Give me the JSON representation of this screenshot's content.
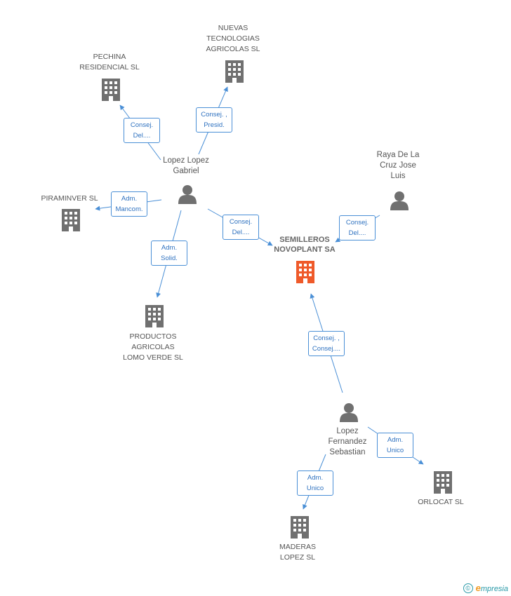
{
  "colors": {
    "edge": "#4a8fd6",
    "node": "#707070",
    "focus": "#ef5a2a",
    "brand": "#2a9aa8"
  },
  "nodes": {
    "semilleros": {
      "label": "SEMILLEROS\nNOVOPLANT SA",
      "type": "company",
      "focus": true
    },
    "lopez_lopez": {
      "label": "Lopez Lopez\nGabriel",
      "type": "person"
    },
    "raya": {
      "label": "Raya De La\nCruz Jose\nLuis",
      "type": "person"
    },
    "lopez_fernandez": {
      "label": "Lopez\nFernandez\nSebastian",
      "type": "person"
    },
    "pechina": {
      "label": "PECHINA\nRESIDENCIAL SL",
      "type": "company"
    },
    "nuevas": {
      "label": "NUEVAS\nTECNOLOGIAS\nAGRICOLAS SL",
      "type": "company"
    },
    "piraminver": {
      "label": "PIRAMINVER SL",
      "type": "company"
    },
    "productos": {
      "label": "PRODUCTOS\nAGRICOLAS\nLOMO VERDE SL",
      "type": "company"
    },
    "orlocat": {
      "label": "ORLOCAT  SL",
      "type": "company"
    },
    "maderas": {
      "label": "MADERAS\nLOPEZ SL",
      "type": "company"
    }
  },
  "edges": [
    {
      "id": "e1",
      "label": "Consej.\nDel...."
    },
    {
      "id": "e2",
      "label": "Consej. ,\nPresid."
    },
    {
      "id": "e3",
      "label": "Adm.\nMancom."
    },
    {
      "id": "e4",
      "label": "Adm.\nSolid."
    },
    {
      "id": "e5",
      "label": "Consej.\nDel...."
    },
    {
      "id": "e6",
      "label": "Consej.\nDel...."
    },
    {
      "id": "e7",
      "label": "Consej. ,\nConsej...."
    },
    {
      "id": "e8",
      "label": "Adm.\nUnico"
    },
    {
      "id": "e9",
      "label": "Adm.\nUnico"
    }
  ],
  "footer": {
    "copyright_symbol": "©",
    "brand_first": "e",
    "brand_rest": "mpresia"
  }
}
